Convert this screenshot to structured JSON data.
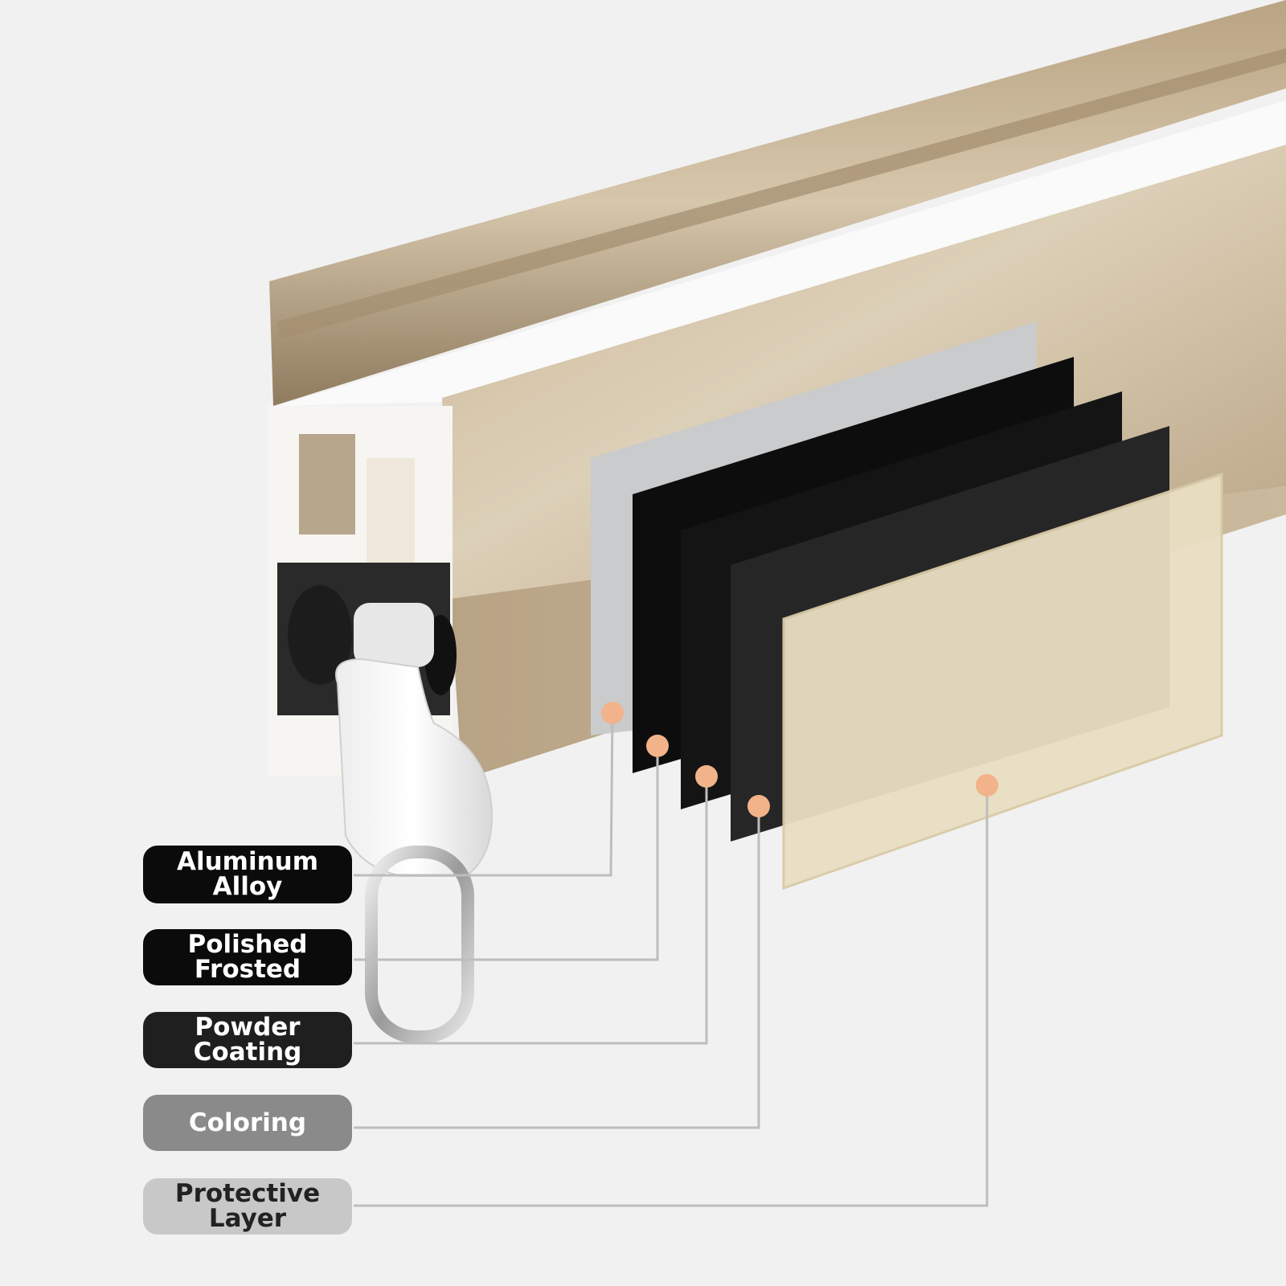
{
  "layers": [
    {
      "line1": "Aluminum",
      "line2": "Alloy",
      "label_bg": "#0b0b0b",
      "text_color": "#ffffff",
      "sheet_color": "#c9cbcc"
    },
    {
      "line1": "Polished",
      "line2": "Frosted",
      "label_bg": "#0b0b0b",
      "text_color": "#ffffff",
      "sheet_color": "#0d0d0d"
    },
    {
      "line1": "Powder",
      "line2": "Coating",
      "label_bg": "#1f1f1f",
      "text_color": "#ffffff",
      "sheet_color": "#141414"
    },
    {
      "line1": "Coloring",
      "line2": "",
      "label_bg": "#8a8a8a",
      "text_color": "#ffffff",
      "sheet_color": "#262626"
    },
    {
      "line1": "Protective",
      "line2": "Layer",
      "label_bg": "#c8c8c8",
      "text_color": "#222222",
      "sheet_color": "#e9dfc2"
    }
  ],
  "colors": {
    "background": "#f1f1f1",
    "rail_champagne": "#c8b69a",
    "rail_dark": "#8c7a61",
    "marker_dot": "#f2b38a",
    "leader_line": "#bdbdbd"
  },
  "icons": {
    "rail": "curtain-rail-profile",
    "hook": "curtain-hook-icon",
    "roller": "roller-wheel-icon"
  }
}
